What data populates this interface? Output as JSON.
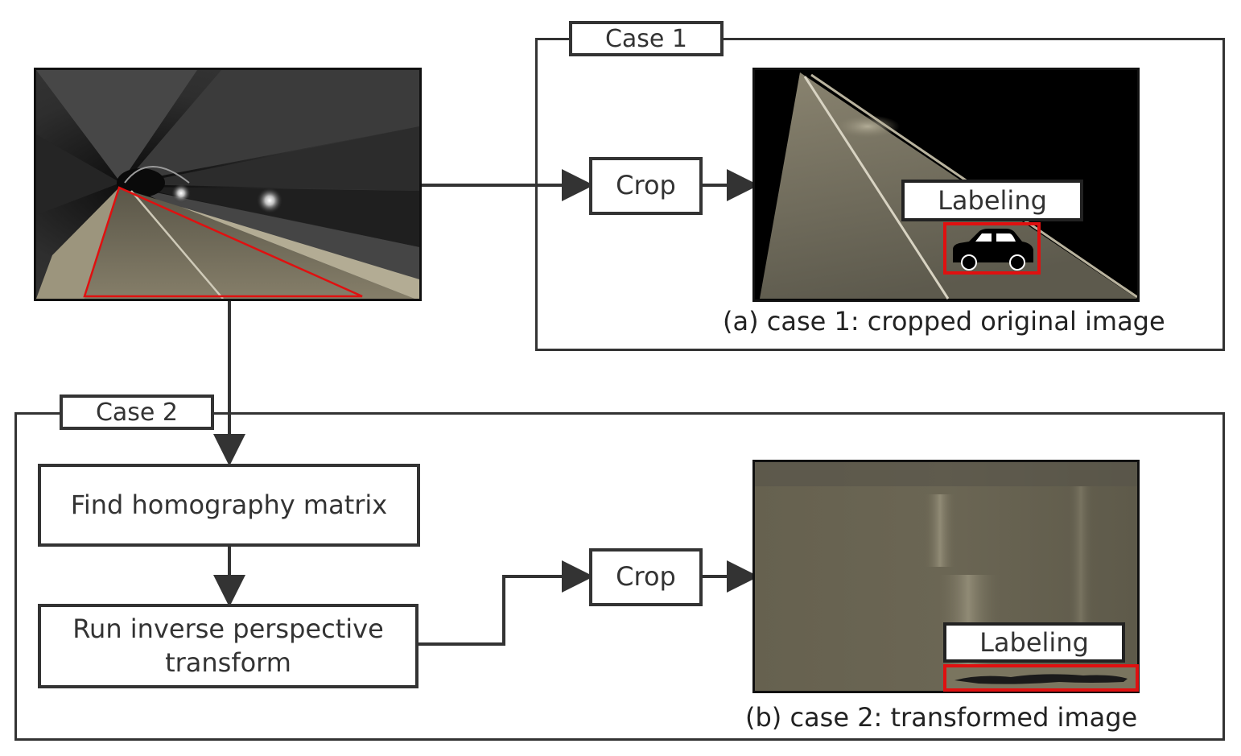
{
  "case1": {
    "tag": "Case 1",
    "crop_label": "Crop",
    "labeling_label": "Labeling",
    "caption": "(a) case 1: cropped original image"
  },
  "case2": {
    "tag": "Case 2",
    "step1_label": "Find homography matrix",
    "step2_label_line1": "Run inverse perspective",
    "step2_label_line2": "transform",
    "crop_label": "Crop",
    "labeling_label": "Labeling",
    "caption": "(b) case 2: transformed image"
  },
  "colors": {
    "line": "#333333",
    "highlight": "#e01010",
    "road": "#7c7764",
    "tunnel_dark": "#0a0a0a"
  },
  "icons": [
    "car-icon",
    "arrow-right-icon",
    "arrow-down-icon"
  ]
}
